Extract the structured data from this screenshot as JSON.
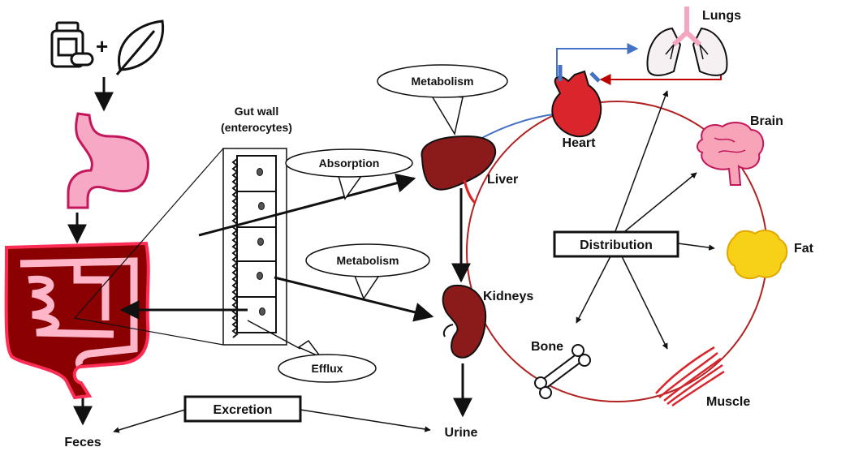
{
  "labels": {
    "gut_wall_line1": "Gut wall",
    "gut_wall_line2": "(enterocytes)",
    "lungs": "Lungs",
    "heart": "Heart",
    "brain": "Brain",
    "liver": "Liver",
    "kidneys": "Kidneys",
    "fat": "Fat",
    "bone": "Bone",
    "muscle": "Muscle",
    "feces": "Feces",
    "urine": "Urine",
    "plus": "+"
  },
  "bubbles": {
    "metabolism_liver": "Metabolism",
    "absorption": "Absorption",
    "metabolism_gut": "Metabolism",
    "efflux": "Efflux"
  },
  "boxes": {
    "distribution": "Distribution",
    "excretion": "Excretion"
  },
  "colors": {
    "organ_dark_red": "#8b1a1a",
    "stomach_pink": "#f6a8c4",
    "intestine_red": "#c8102e",
    "heart_red": "#d9252b",
    "brain_pink": "#f7a3b8",
    "fat_yellow": "#f7d117",
    "circulation_red": "#b22222",
    "blue_vessel": "#4472c4",
    "lung_pink": "#f3a6bd"
  },
  "icons": [
    "medicine-bottle-icon",
    "leaf-icon"
  ]
}
